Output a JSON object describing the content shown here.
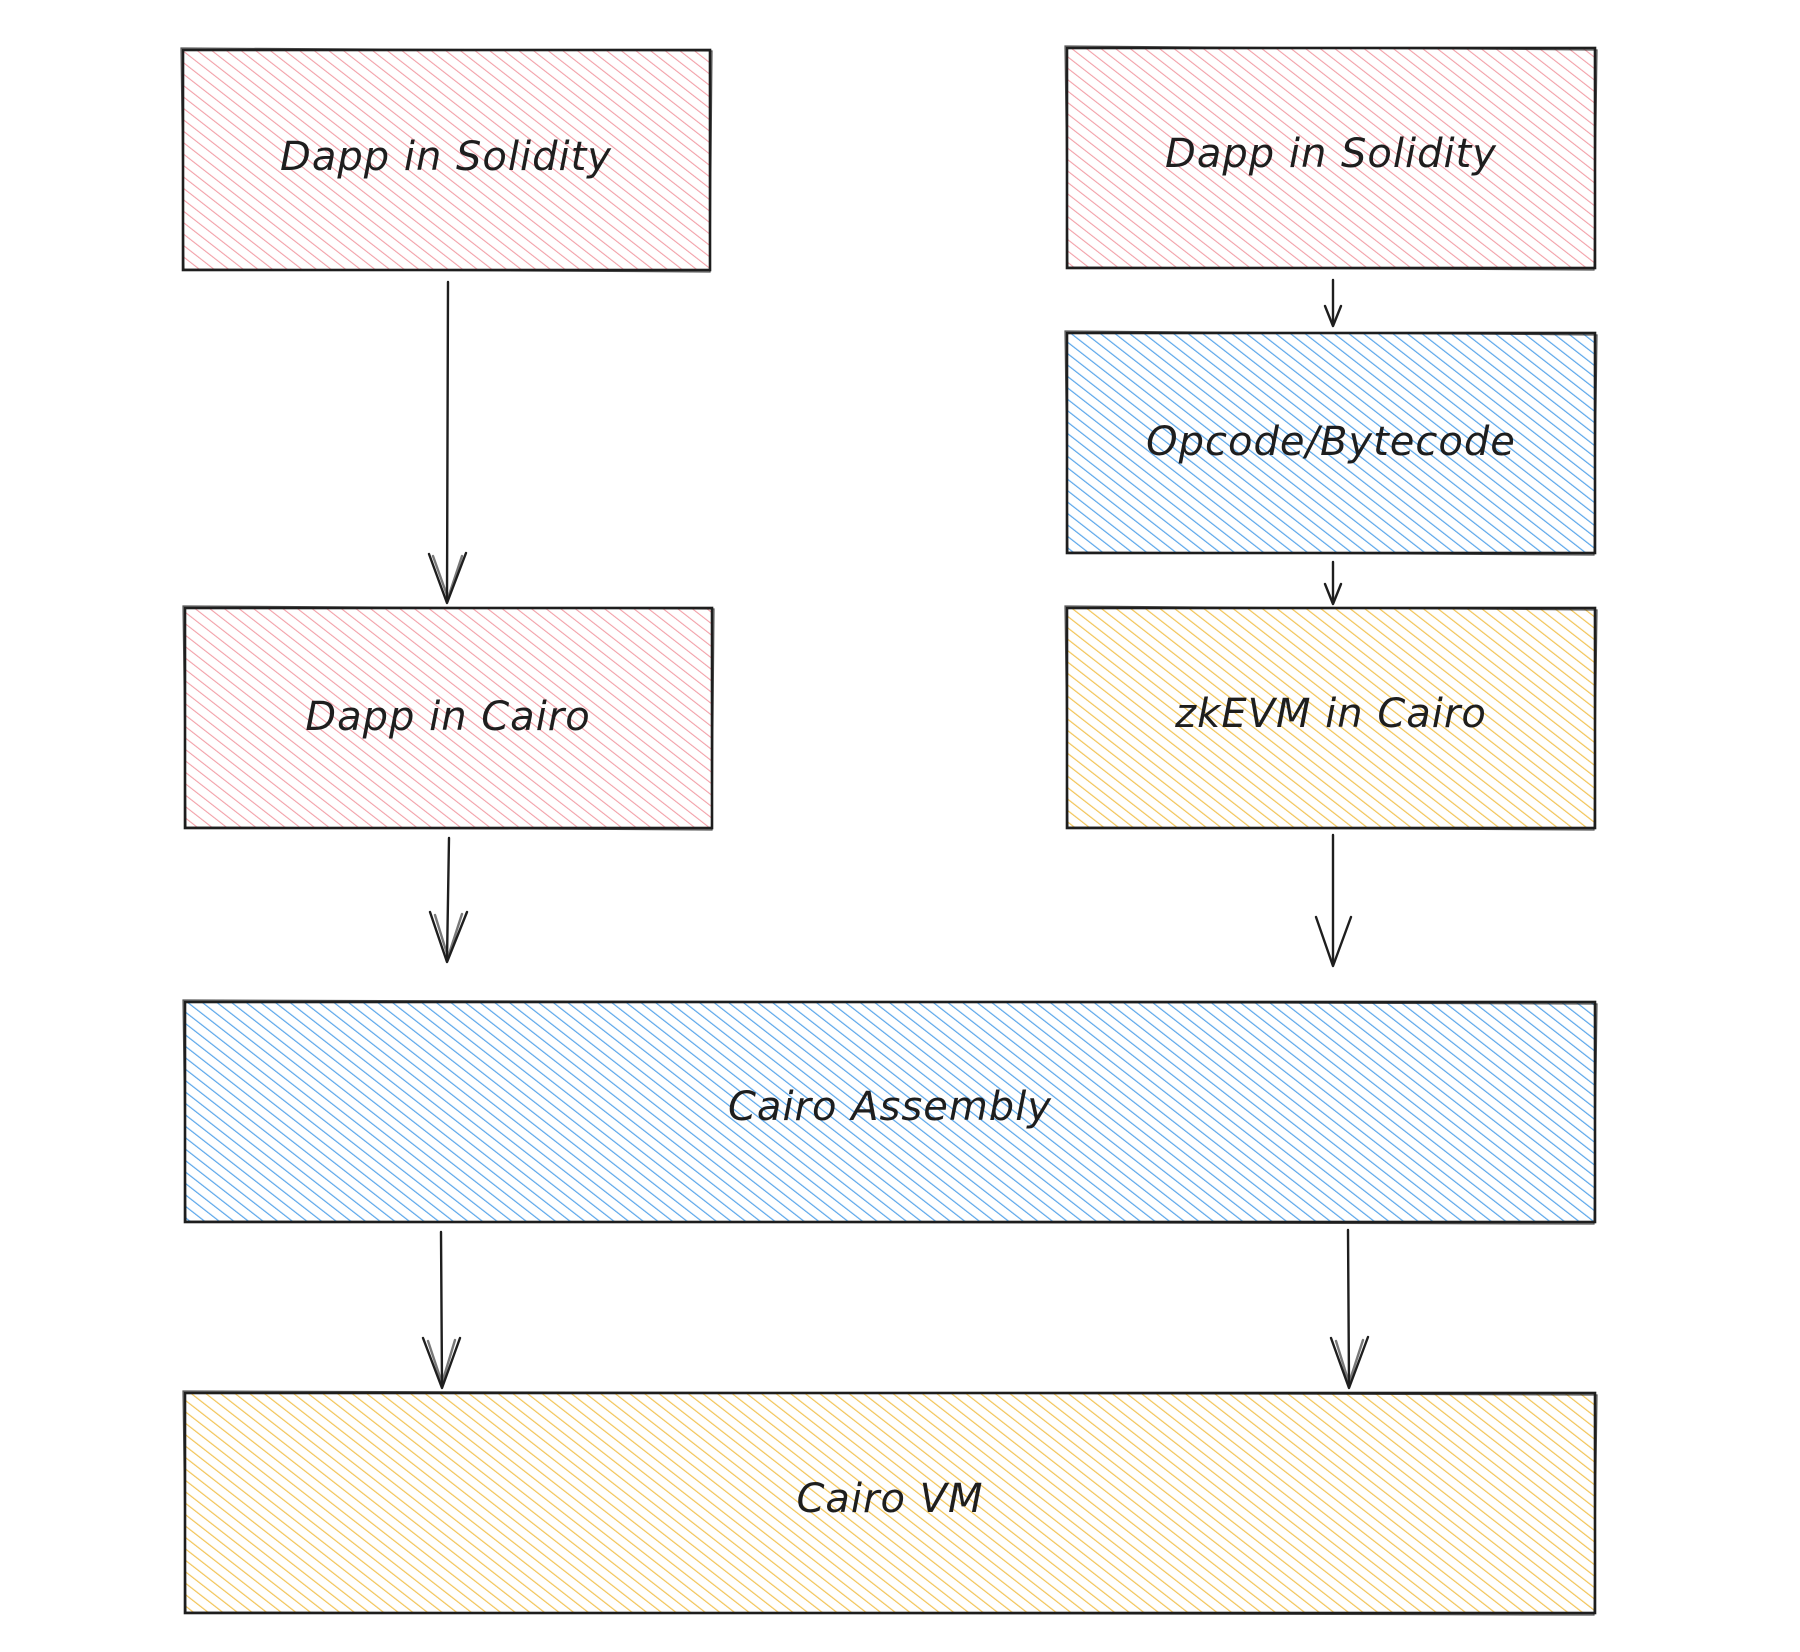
{
  "colors": {
    "pink": "#f4a6ad",
    "blue": "#5ea8ea",
    "yellow": "#f4c95d",
    "stroke": "#1e1e1e",
    "background": "#ffffff"
  },
  "boxes": {
    "solidity_left": {
      "label": "Dapp in Solidity",
      "color": "pink"
    },
    "cairo_dapp": {
      "label": "Dapp in Cairo",
      "color": "pink"
    },
    "solidity_right": {
      "label": "Dapp in Solidity",
      "color": "pink"
    },
    "opcode": {
      "label": "Opcode/Bytecode",
      "color": "blue"
    },
    "zkevm": {
      "label": "zkEVM in Cairo",
      "color": "yellow"
    },
    "assembly": {
      "label": "Cairo Assembly",
      "color": "blue"
    },
    "vm": {
      "label": "Cairo VM",
      "color": "yellow"
    }
  },
  "edges": [
    {
      "from": "solidity_left",
      "to": "cairo_dapp"
    },
    {
      "from": "cairo_dapp",
      "to": "assembly"
    },
    {
      "from": "solidity_right",
      "to": "opcode"
    },
    {
      "from": "opcode",
      "to": "zkevm"
    },
    {
      "from": "zkevm",
      "to": "assembly"
    },
    {
      "from": "assembly",
      "to": "vm"
    },
    {
      "from": "assembly",
      "to": "vm"
    }
  ]
}
